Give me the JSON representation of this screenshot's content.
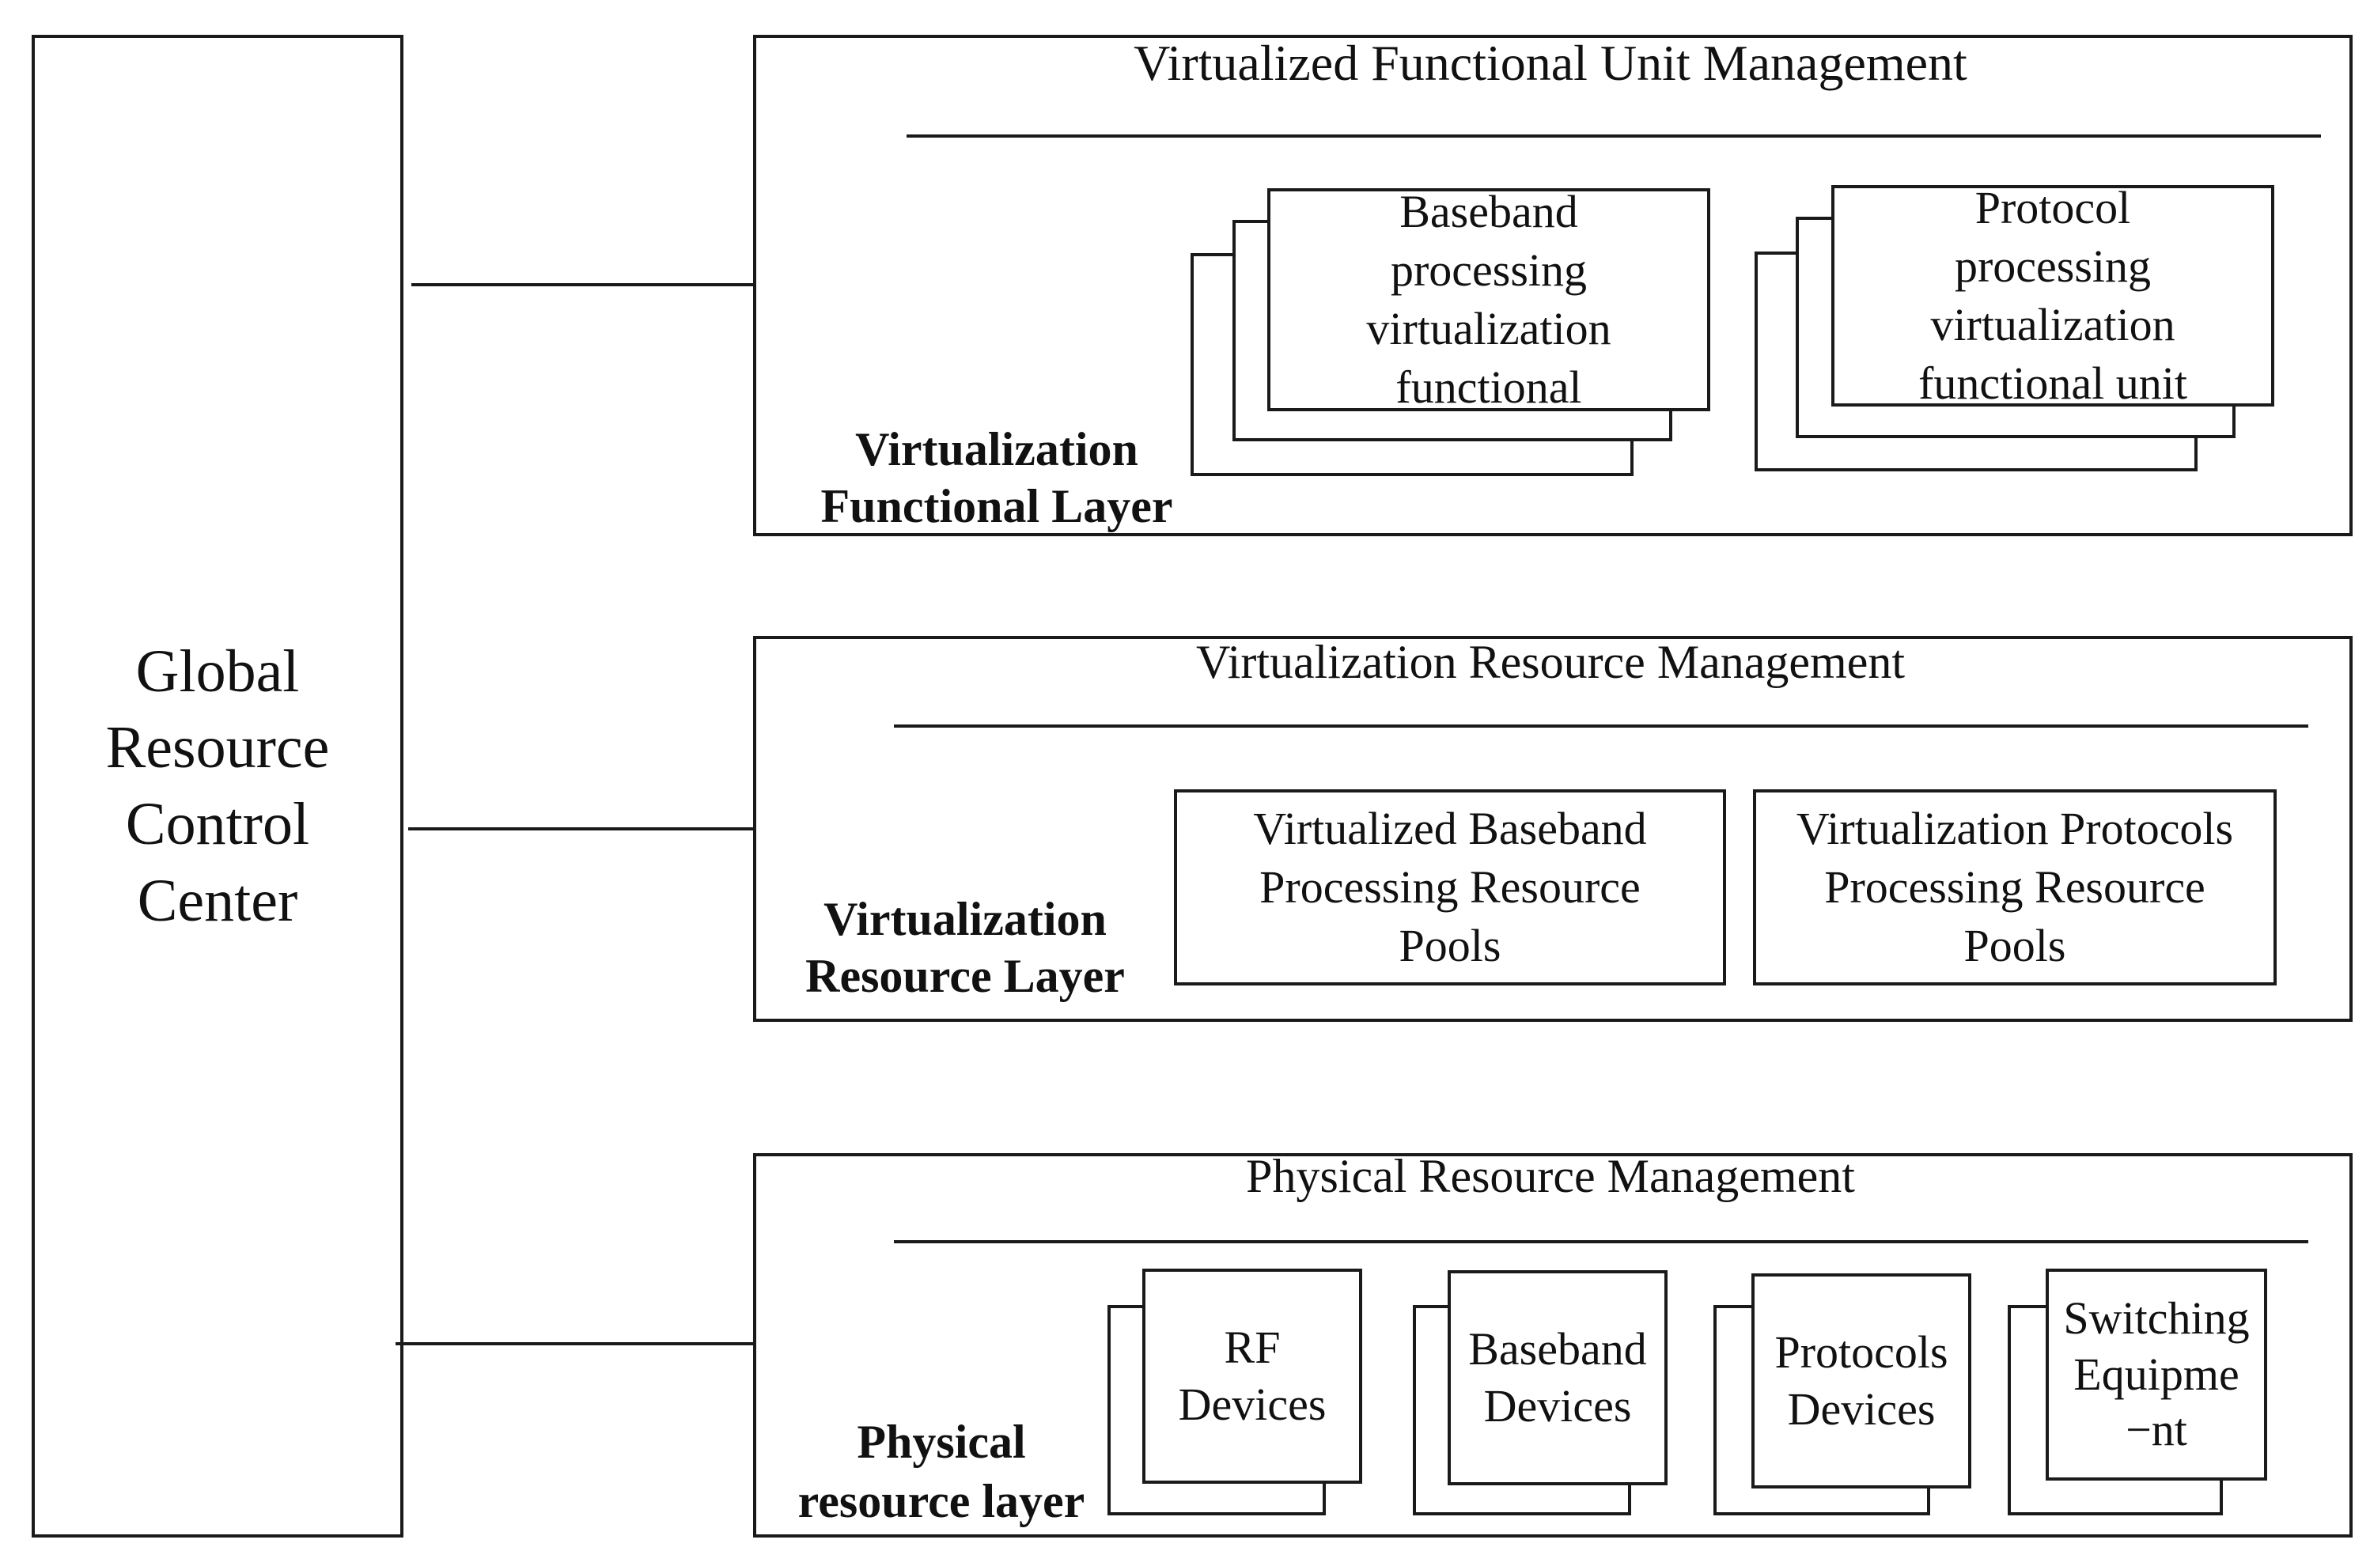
{
  "global": {
    "label": "Global\nResource\nControl\nCenter"
  },
  "layers": [
    {
      "title": "Virtualized Functional Unit Management",
      "layer_label": "Virtualization\nFunctional Layer",
      "units": [
        "Baseband\nprocessing\nvirtualization\nfunctional",
        "Protocol\nprocessing\nvirtualization\nfunctional unit"
      ]
    },
    {
      "title": "Virtualization Resource Management",
      "layer_label": "Virtualization\nResource Layer",
      "units": [
        "Virtualized Baseband\nProcessing Resource\nPools",
        "Virtualization Protocols\nProcessing Resource\nPools"
      ]
    },
    {
      "title": "Physical Resource Management",
      "layer_label": "Physical\nresource layer",
      "units": [
        "RF\nDevices",
        "Baseband\nDevices",
        "Protocols\nDevices",
        "Switching\nEquipme\n−nt"
      ]
    }
  ]
}
